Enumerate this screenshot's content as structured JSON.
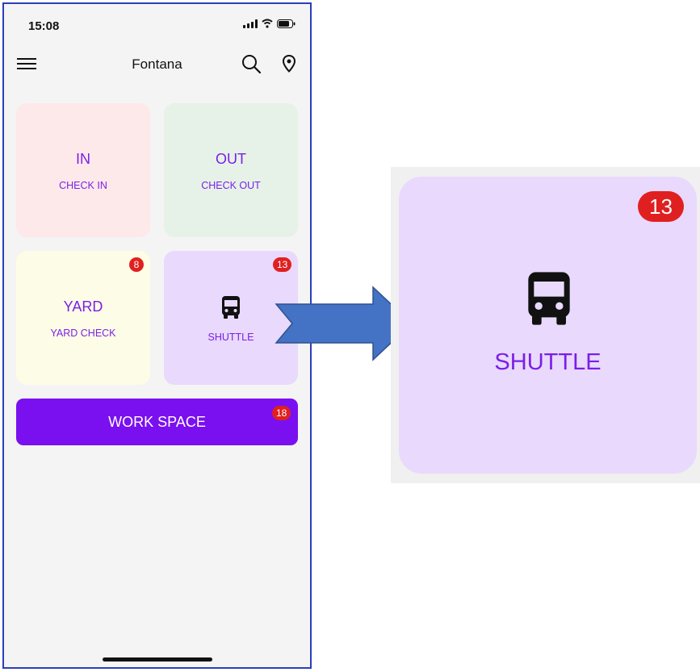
{
  "status_bar": {
    "time": "15:08"
  },
  "header": {
    "title": "Fontana"
  },
  "tiles": {
    "in": {
      "title": "IN",
      "subtitle": "CHECK IN"
    },
    "out": {
      "title": "OUT",
      "subtitle": "CHECK OUT"
    },
    "yard": {
      "title": "YARD",
      "subtitle": "YARD CHECK",
      "badge": "8"
    },
    "shuttle": {
      "subtitle": "SHUTTLE",
      "badge": "13"
    }
  },
  "workspace": {
    "label": "WORK SPACE",
    "badge": "18"
  },
  "zoom": {
    "label": "SHUTTLE",
    "badge": "13"
  },
  "colors": {
    "accent": "#7a1fe8",
    "badge": "#e02020",
    "tile_in": "#fde9ea",
    "tile_out": "#e6f2e7",
    "tile_yard": "#fdfce6",
    "tile_shuttle": "#e9d9fc",
    "workspace": "#7a10f0",
    "arrow": "#4472c4"
  },
  "icons": [
    "menu-icon",
    "search-icon",
    "location-icon",
    "bus-icon",
    "signal-icon",
    "wifi-icon",
    "battery-icon",
    "arrow-right-icon"
  ]
}
